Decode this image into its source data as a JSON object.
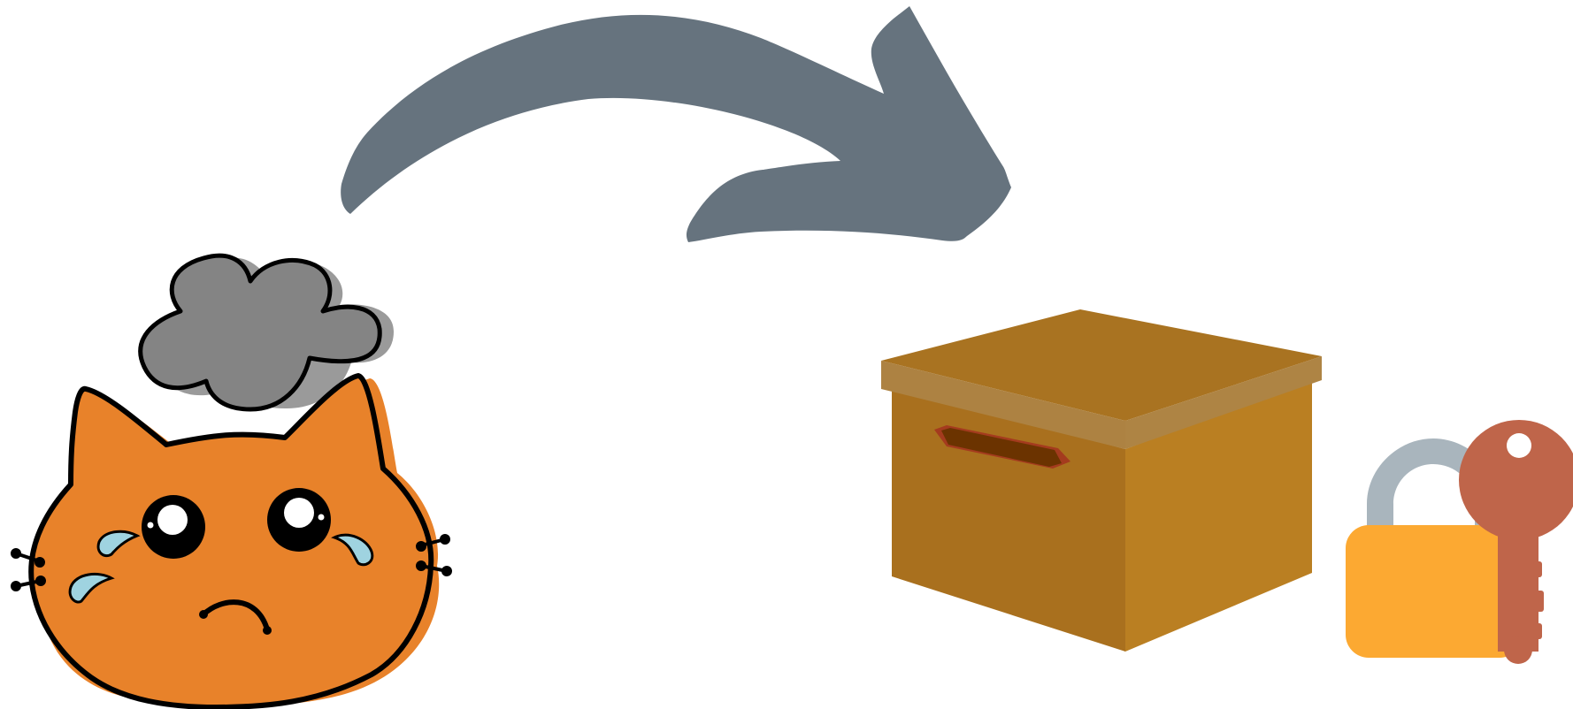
{
  "scene": {
    "background": "#ffffff",
    "elements": [
      {
        "id": "sad-cat",
        "icon": "sad-cat-icon",
        "colors": {
          "fur": "#E8822A",
          "outline": "#000000",
          "tear": "#9FD3E0"
        }
      },
      {
        "id": "rain-cloud",
        "icon": "cloud-icon",
        "colors": {
          "fill": "#848484",
          "shadow": "#9a9a9a",
          "outline": "#000000"
        }
      },
      {
        "id": "curved-arrow",
        "icon": "curved-arrow-icon",
        "colors": {
          "fill": "#66737E"
        }
      },
      {
        "id": "cardboard-box",
        "icon": "box-icon",
        "colors": {
          "lid_top": "#A97321",
          "lid_rim": "#AD8242",
          "front": "#A9701E",
          "side": "#BA7F22",
          "handle": "#6B3300",
          "handle_edge": "#A43B1E"
        }
      },
      {
        "id": "padlock",
        "icon": "padlock-icon",
        "colors": {
          "shackle": "#A9B5BD",
          "body": "#FCA932"
        }
      },
      {
        "id": "key",
        "icon": "key-icon",
        "colors": {
          "fill": "#BF654A",
          "hole": "#ffffff"
        }
      }
    ]
  }
}
